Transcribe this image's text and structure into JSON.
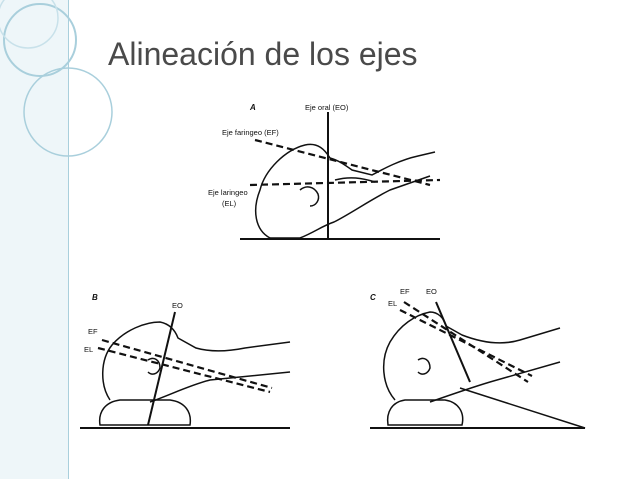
{
  "slide": {
    "title": "Alineación de los ejes"
  },
  "figure": {
    "panels": [
      {
        "letter": "A",
        "labels": {
          "oral": "Eje oral (EO)",
          "pharyngeal": "Eje faringeo (EF)",
          "laryngeal_line1": "Eje laringeo",
          "laryngeal_line2": "(EL)"
        }
      },
      {
        "letter": "B",
        "labels": {
          "oral": "EO",
          "pharyngeal": "EF",
          "laryngeal": "EL"
        }
      },
      {
        "letter": "C",
        "labels": {
          "pharyngeal": "EF",
          "oral": "EO",
          "laryngeal": "EL"
        }
      }
    ]
  },
  "theme": {
    "accent": "#a9cfdc",
    "band": "#eef6f9",
    "title_color": "#4a4a4a"
  }
}
